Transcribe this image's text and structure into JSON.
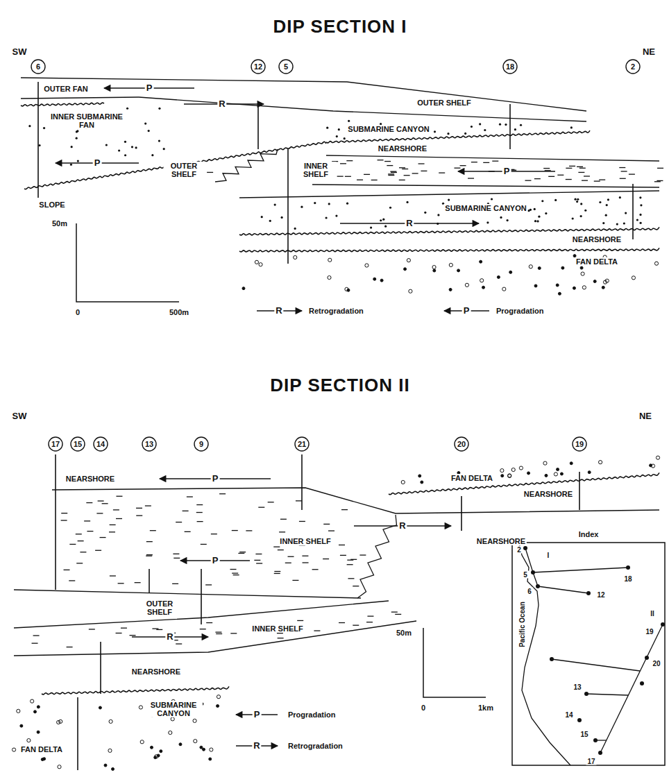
{
  "diagram": {
    "labels": [
      "DIP SECTION I",
      "SW",
      "NE",
      "6",
      "12",
      "5",
      "18",
      "2",
      "OUTER FAN",
      "P",
      "INNER SUBMARINE FAN",
      "R",
      "SUBMARINE CANYON",
      "OUTER SHELF",
      "NEARSHORE",
      "P",
      "OUTER SHELF",
      "INNER SHELF",
      "P",
      "SLOPE",
      "SUBMARINE CANYON",
      "R",
      "NEARSHORE",
      "FAN DELTA",
      "50m",
      "0",
      "500m",
      "R",
      "P",
      "DIP SECTION II",
      "SW",
      "NE",
      "17",
      "15",
      "14",
      "13",
      "9",
      "21",
      "20",
      "19",
      "FAN DELTA",
      "NEARSHORE",
      "NEARSHORE",
      "P",
      "R",
      "NEARSHORE",
      "INNER SHELF",
      "P",
      "OUTER SHELF",
      "R",
      "INNER SHELF",
      "NEARSHORE",
      "SUBMARINE CANYON",
      "FAN DELTA",
      "P",
      "R",
      "50m",
      "0",
      "1km",
      "Index",
      "2",
      "I",
      "5",
      "6",
      "18",
      "12",
      "II",
      "19",
      "Pacific Ocean",
      "20",
      "13",
      "14",
      "15",
      "17"
    ],
    "legend": [
      {
        "text": "Retrogradation"
      },
      {
        "text": "Progradation"
      },
      {
        "text": "Progradation"
      },
      {
        "text": "Retrogradation"
      }
    ]
  }
}
